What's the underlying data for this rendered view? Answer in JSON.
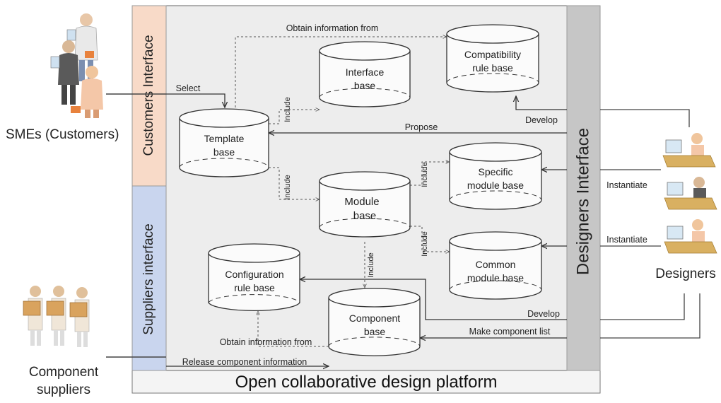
{
  "platform": {
    "title": "Open collaborative design platform"
  },
  "interfaces": {
    "customers": "Customers Interface",
    "suppliers": "Suppliers interface",
    "designers": "Designers Interface"
  },
  "actors": {
    "smes": "SMEs (Customers)",
    "suppliers_line1": "Component",
    "suppliers_line2": "suppliers",
    "designers": "Designers"
  },
  "databases": {
    "template": [
      "Template",
      "base"
    ],
    "interface": [
      "Interface",
      "base"
    ],
    "compatibility": [
      "Compatibility",
      "rule base"
    ],
    "module": [
      "Module",
      "base"
    ],
    "specific": [
      "Specific",
      "module base"
    ],
    "common": [
      "Common",
      "module base"
    ],
    "configuration": [
      "Configuration",
      "rule base"
    ],
    "component": [
      "Component",
      "base"
    ]
  },
  "arrows": {
    "obtain_top": "Obtain information from",
    "select": "Select",
    "include_interface": "Include",
    "include_module": "Include",
    "include_specific": "Include",
    "include_common": "Include",
    "include_component": "Include",
    "develop_top": "Develop",
    "propose": "Propose",
    "instantiate_1": "Instantiate",
    "instantiate_2": "Instantiate",
    "develop_bottom": "Develop",
    "make_list": "Make component list",
    "obtain_bottom": "Obtain information from",
    "release": "Release component information"
  },
  "colors": {
    "customers_band": "#f8dac8",
    "suppliers_band": "#c9d5ee",
    "designers_band": "#c6c6c6",
    "platform_bg": "#eeeeee"
  }
}
